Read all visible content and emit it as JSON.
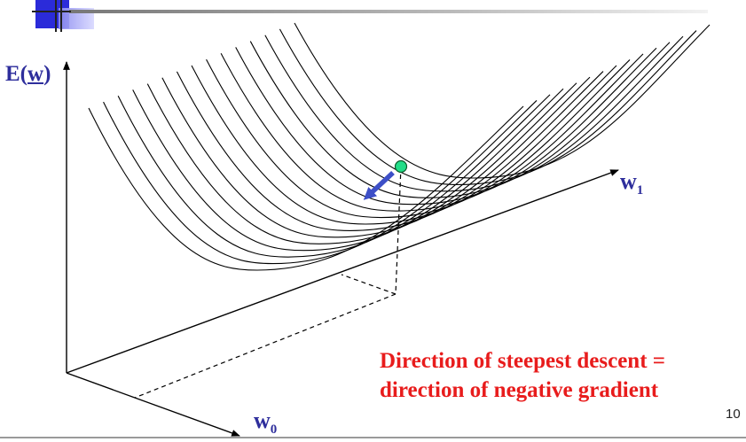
{
  "axes": {
    "vertical_label_prefix": "E(",
    "vertical_label_var": "w",
    "vertical_label_suffix": ")",
    "w1_base": "w",
    "w1_sub": "1",
    "w0_base": "w",
    "w0_sub": "0"
  },
  "caption": {
    "line1": "Direction of steepest descent =",
    "line2": "direction of negative gradient"
  },
  "page_number": "10",
  "colors": {
    "axis_label": "#2e2e9c",
    "caption": "#e81c1c",
    "point_fill": "#22dd88",
    "gradient_arrow": "#3d4fc7"
  }
}
